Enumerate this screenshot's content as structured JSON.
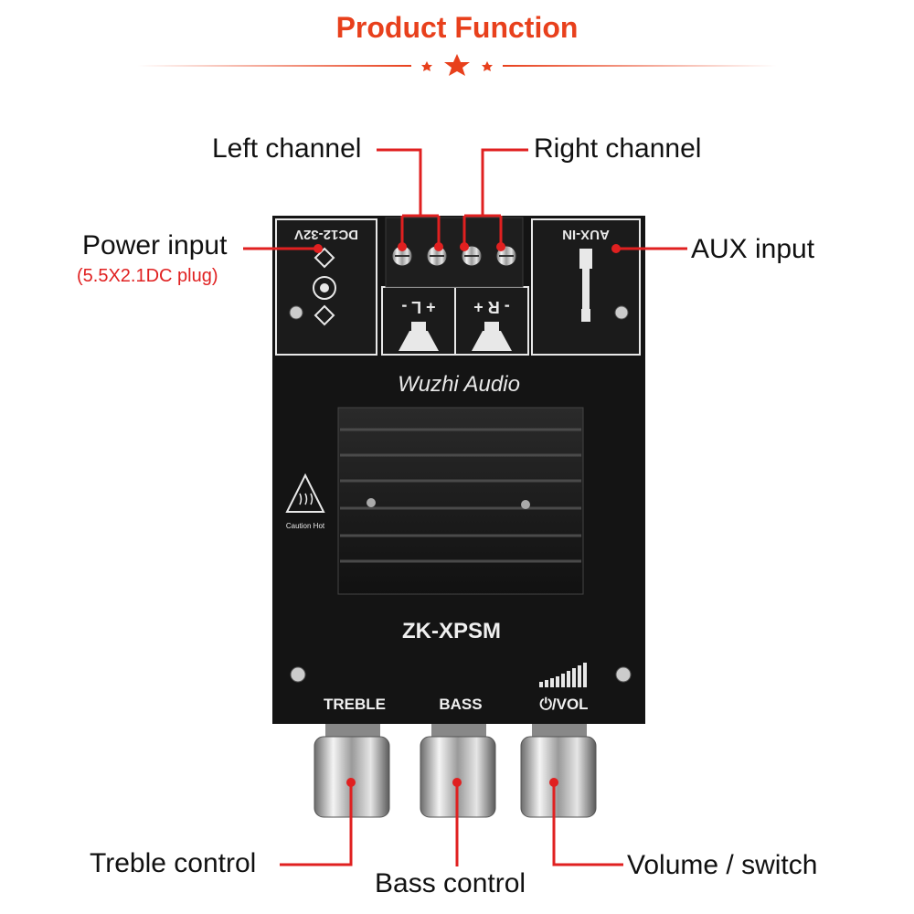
{
  "header": {
    "title": "Product Function",
    "accent_color": "#e8401c"
  },
  "callouts": {
    "left_channel": "Left channel",
    "right_channel": "Right channel",
    "power_input": "Power input",
    "power_input_note": "(5.5X2.1DC plug)",
    "aux_input": "AUX input",
    "treble_control": "Treble control",
    "bass_control": "Bass control",
    "volume_switch": "Volume / switch",
    "line_color": "#e02020"
  },
  "board": {
    "power_label": "DC12-32V",
    "aux_label": "AUX-IN",
    "left_speaker_label": "+ L -",
    "right_speaker_label": "- R +",
    "brand": "Wuzhi Audio",
    "model": "ZK-XPSM",
    "caution": "Caution Hot",
    "knob_treble": "TREBLE",
    "knob_bass": "BASS",
    "knob_vol": "⏻/VOL"
  }
}
